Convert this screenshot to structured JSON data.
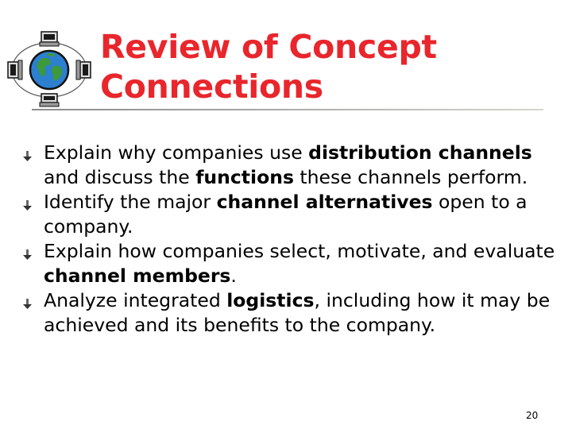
{
  "slide": {
    "title_line1": "Review of Concept",
    "title_line2": "Connections",
    "page_number": "20",
    "bullets": [
      {
        "t1": "Explain why companies use ",
        "b1": "distribution channels",
        "t2": " and discuss the ",
        "b2": "functions",
        "t3": " these channels perform."
      },
      {
        "t1": "Identify the major ",
        "b1": "channel alternatives",
        "t2": " open to a company."
      },
      {
        "t1": "Explain how companies select, motivate, and evaluate ",
        "b1": "channel members",
        "t2": "."
      },
      {
        "t1": "Analyze integrated ",
        "b1": "logistics",
        "t2": ", including how it may be achieved and its benefits to the company."
      }
    ]
  },
  "colors": {
    "title": "#e8262c",
    "text": "#000000",
    "globe_ocean": "#2d7fcf",
    "globe_land": "#3d9a3a"
  },
  "icons": {
    "logo": "globe-with-computers-logo",
    "bullet": "arrow-down-bullet-icon"
  }
}
